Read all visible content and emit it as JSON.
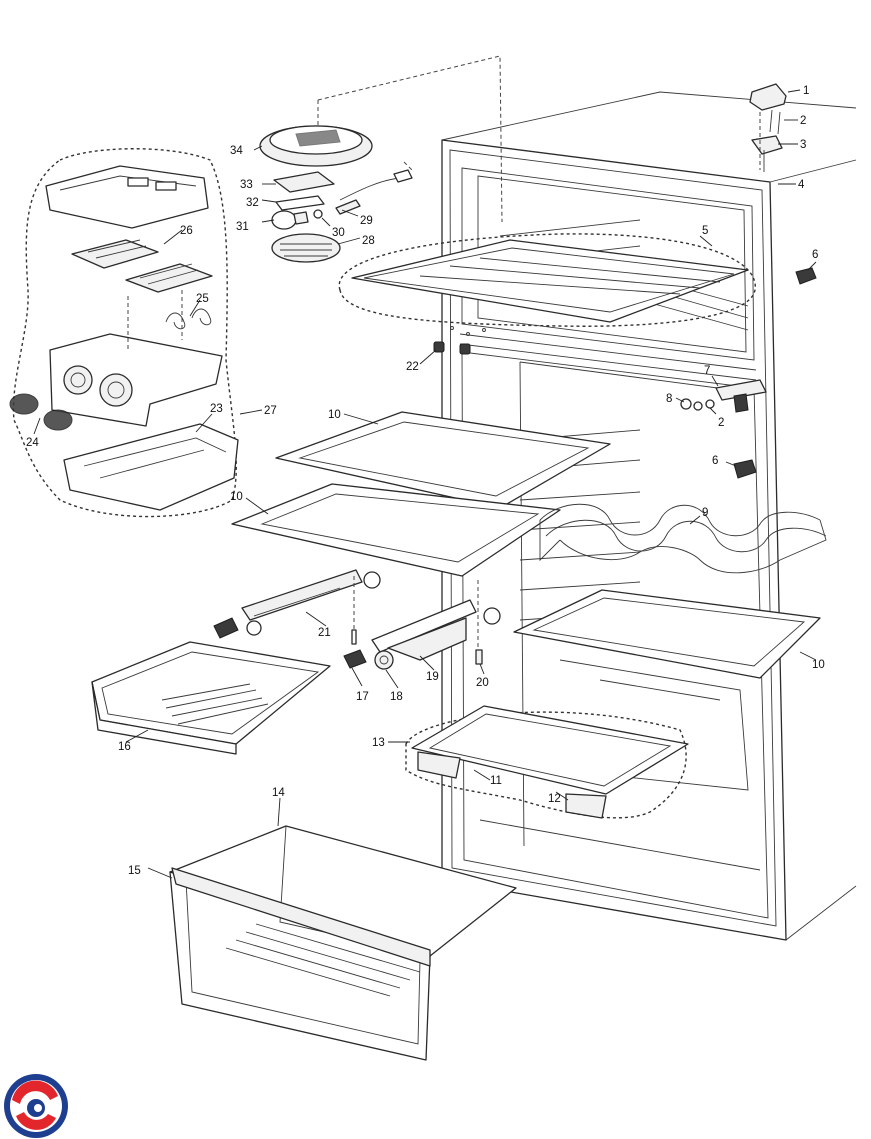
{
  "diagram": {
    "type": "exploded-parts-view",
    "callouts": [
      "1",
      "2",
      "3",
      "4",
      "5",
      "6",
      "7",
      "8",
      "9",
      "10",
      "11",
      "12",
      "13",
      "14",
      "15",
      "16",
      "17",
      "18",
      "19",
      "20",
      "21",
      "22",
      "23",
      "24",
      "25",
      "26",
      "27",
      "28",
      "29",
      "30",
      "31",
      "32",
      "33",
      "34"
    ],
    "colors": {
      "line": "#2b2b2b",
      "background": "#ffffff",
      "logo_red": "#e3262b",
      "logo_blue": "#1e3f8f"
    },
    "logo_icon": "circular-swirl-logo-icon"
  }
}
